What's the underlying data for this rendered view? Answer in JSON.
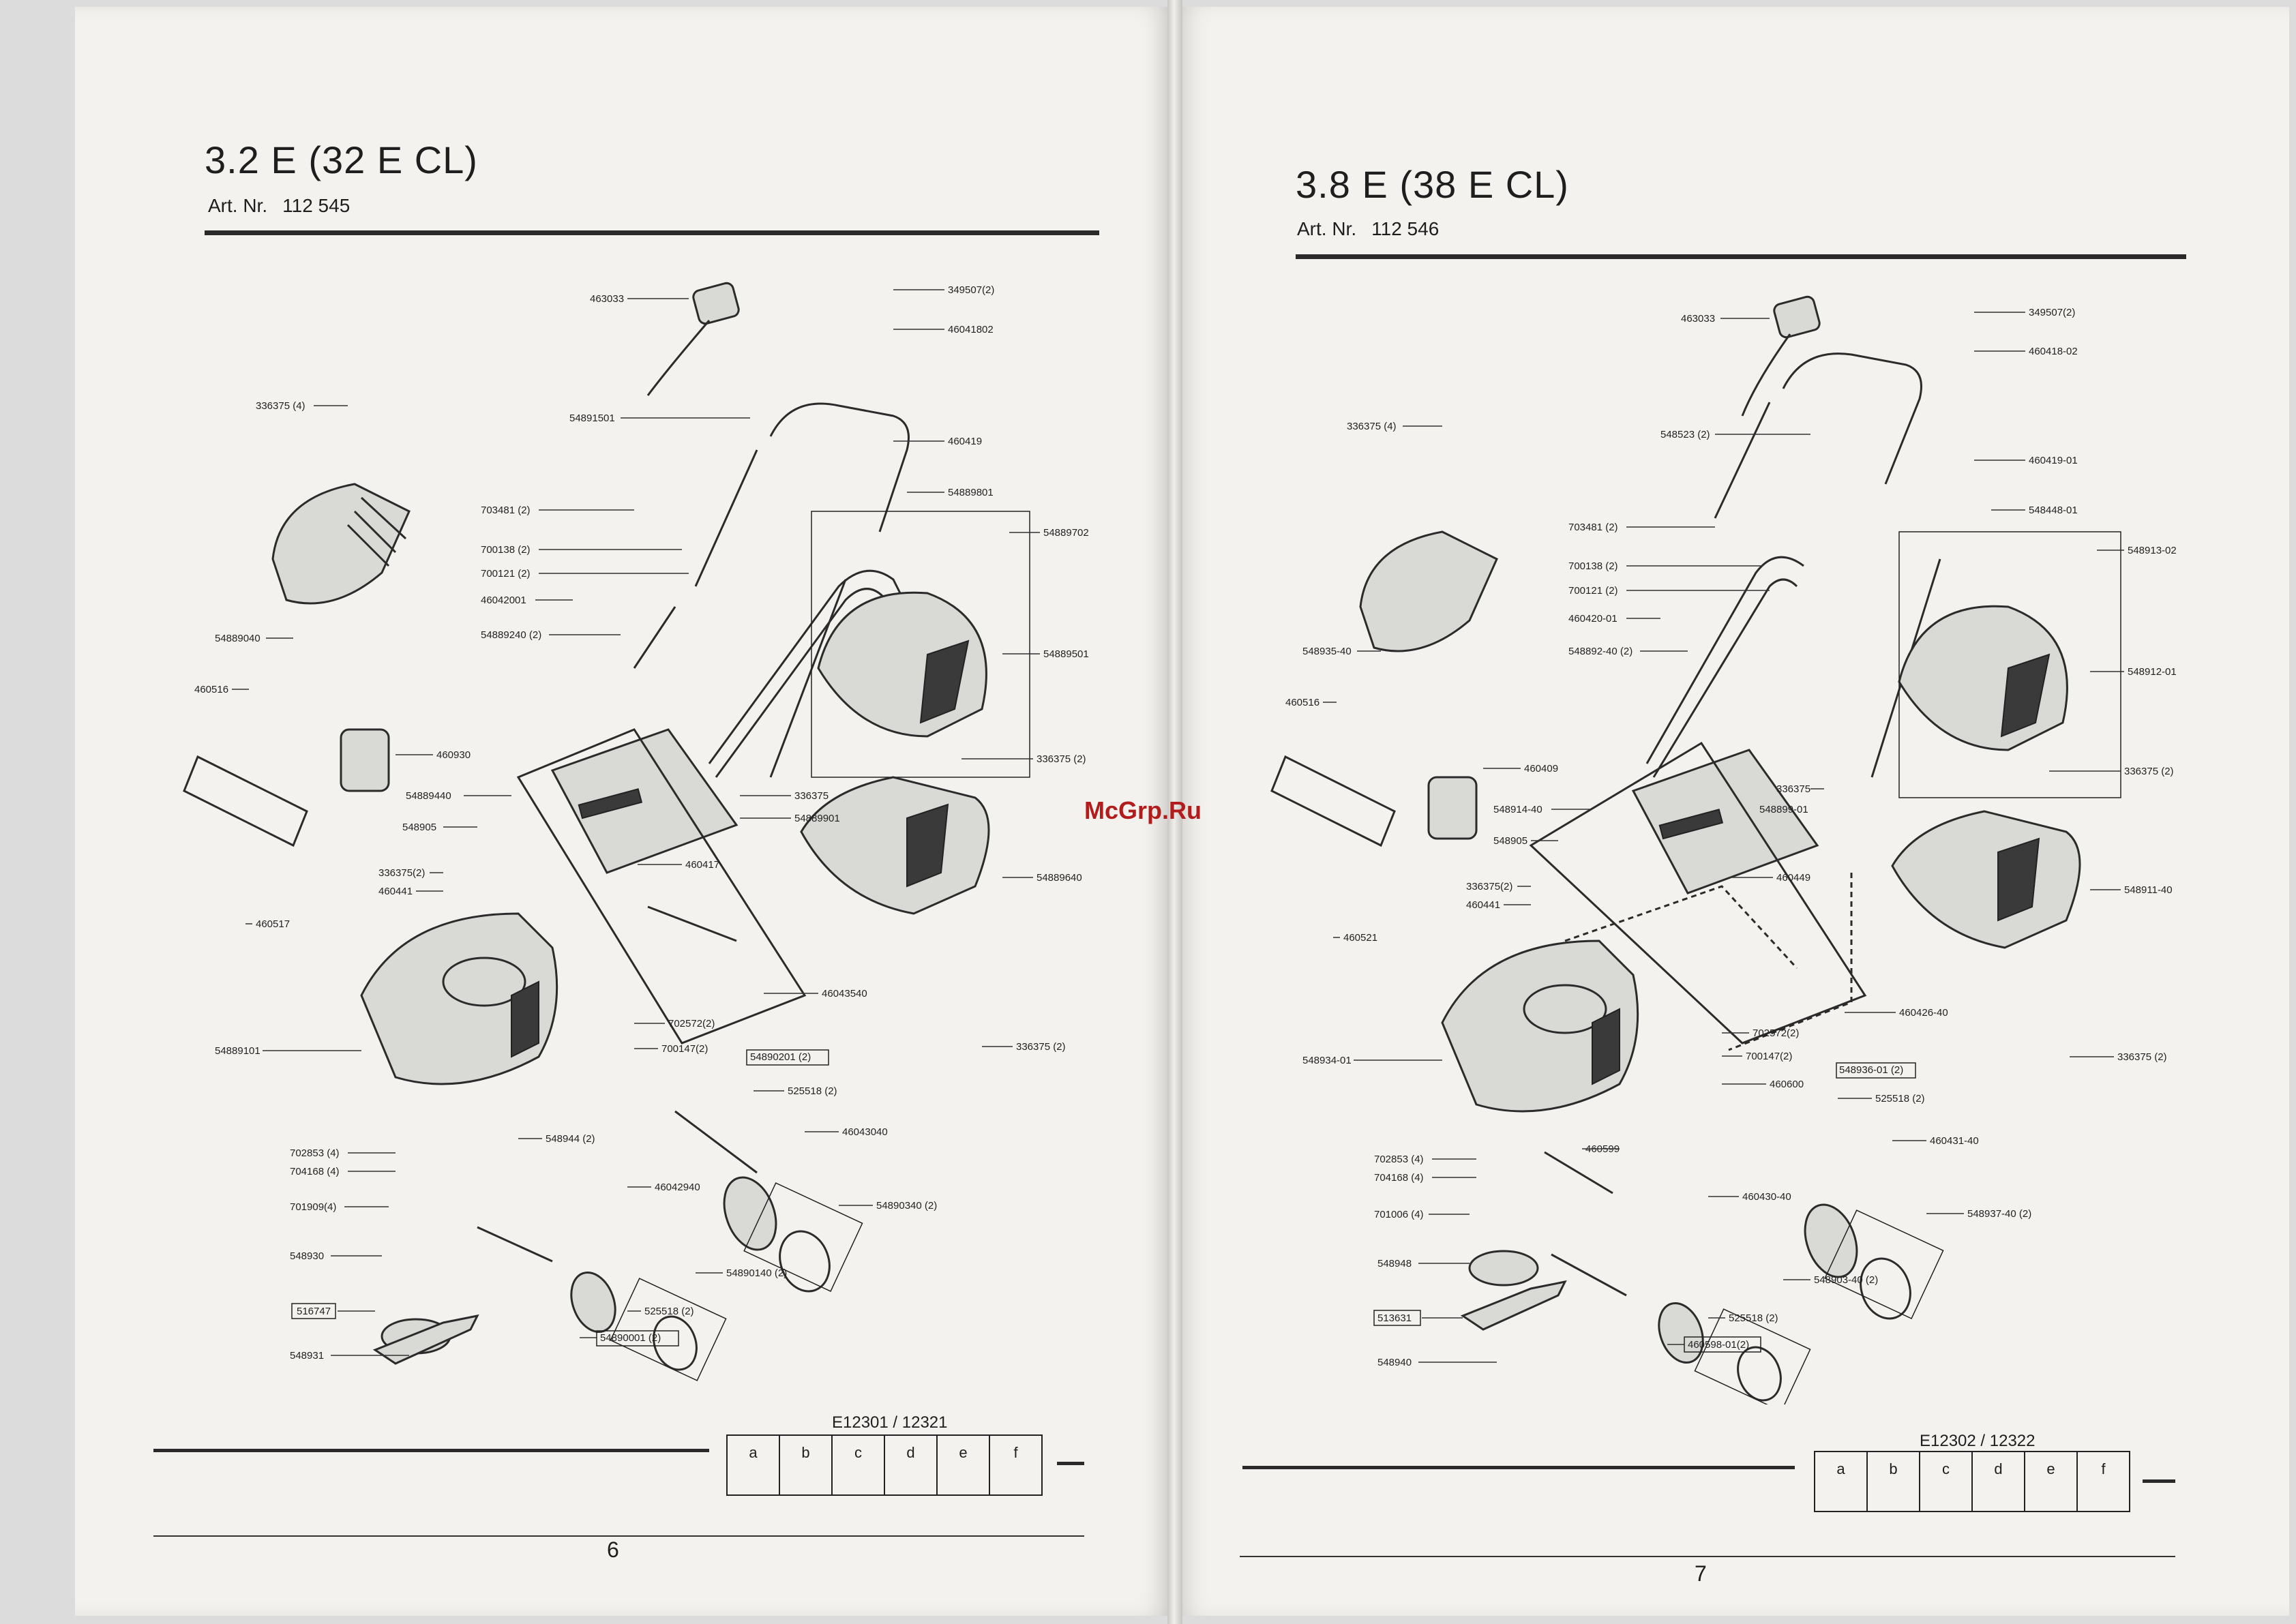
{
  "left": {
    "title": "3.2 E (32 E CL)",
    "art_label": "Art. Nr.",
    "art_number": "112 545",
    "code": "E12301 / 12321",
    "columns": [
      "a",
      "b",
      "c",
      "d",
      "e",
      "f"
    ],
    "page_number": "6",
    "parts": [
      "463033",
      "349507(2)",
      "46041802",
      "54891501",
      "336375 (4)",
      "460419",
      "54889801",
      "54889702",
      "703481 (2)",
      "700138 (2)",
      "700121 (2)",
      "46042001",
      "54889240 (2)",
      "54889040",
      "54889501",
      "460516",
      "460930",
      "336375 (2)",
      "54889440",
      "336375",
      "54889901",
      "548905",
      "460417",
      "54889640",
      "336375(2)",
      "460441",
      "460517",
      "46043540",
      "54889101",
      "702572(2)",
      "700147(2)",
      "336375 (2)",
      "54890201 (2)",
      "525518 (2)",
      "46043040",
      "548944 (2)",
      "702853 (4)",
      "704168 (4)",
      "701909(4)",
      "46042940",
      "54890340 (2)",
      "548930",
      "54890140 (2)",
      "516747",
      "525518 (2)",
      "548931",
      "54890001 (2)"
    ]
  },
  "right": {
    "title": "3.8 E (38 E CL)",
    "art_label": "Art. Nr.",
    "art_number": "112 546",
    "code": "E12302 / 12322",
    "columns": [
      "a",
      "b",
      "c",
      "d",
      "e",
      "f"
    ],
    "page_number": "7",
    "parts": [
      "463033",
      "349507(2)",
      "460418-02",
      "336375 (4)",
      "548523 (2)",
      "460419-01",
      "548448-01",
      "548913-02",
      "703481 (2)",
      "700138 (2)",
      "700121 (2)",
      "460420-01",
      "548892-40 (2)",
      "548935-40",
      "548912-01",
      "460516",
      "460409",
      "336375 (2)",
      "336375",
      "548899-01",
      "548914-40",
      "548905",
      "460449",
      "336375(2)",
      "460441",
      "548911-40",
      "460521",
      "460426-40",
      "548934-01",
      "702572(2)",
      "700147(2)",
      "336375 (2)",
      "548936-01 (2)",
      "460600",
      "525518 (2)",
      "460599",
      "460431-40",
      "702853 (4)",
      "704168 (4)",
      "460430-40",
      "548937-40 (2)",
      "701006 (4)",
      "548948",
      "548903-40 (2)",
      "513631",
      "525518 (2)",
      "548940",
      "460598-01(2)"
    ]
  },
  "watermark": "McGrp.Ru"
}
